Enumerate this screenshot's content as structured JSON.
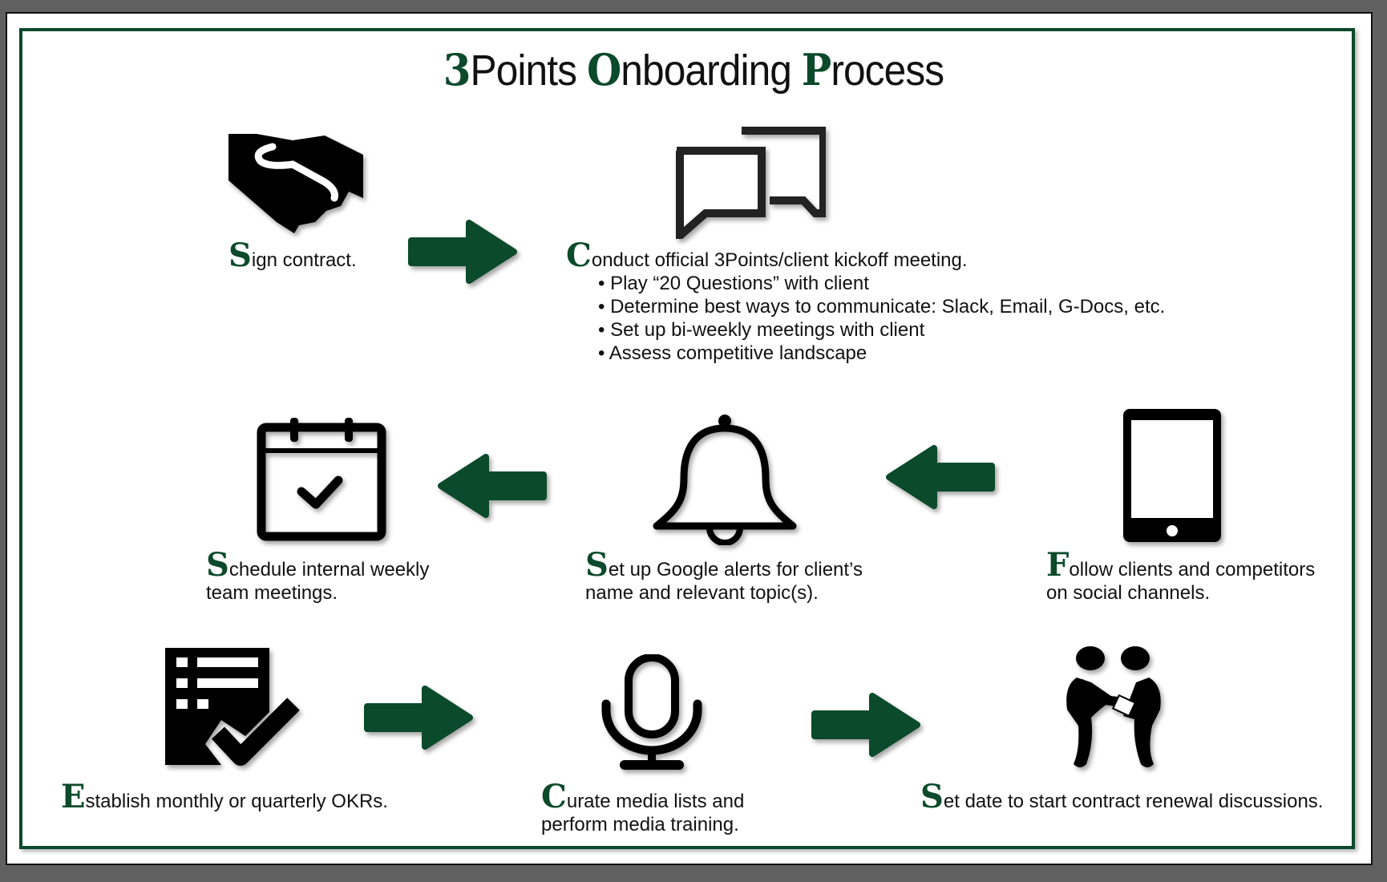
{
  "title": {
    "a1": "3",
    "t1": "Points ",
    "a2": "O",
    "t2": "nboarding ",
    "a3": "P",
    "t3": "rocess"
  },
  "colors": {
    "accent": "#0b4a2b",
    "background": "#606060"
  },
  "steps": {
    "sign": {
      "initial": "S",
      "rest": "ign contract.",
      "icon": "handshake-icon"
    },
    "conduct": {
      "initial": "C",
      "rest": "onduct official 3Points/client kickoff meeting.",
      "icon": "chat-bubbles-icon",
      "bullets": [
        "• Play “20 Questions” with client",
        "• Determine best ways to communicate: Slack, Email, G-Docs, etc.",
        "• Set up bi-weekly meetings with client",
        "• Assess competitive landscape"
      ]
    },
    "follow": {
      "initial": "F",
      "rest": "ollow clients and competitors",
      "line2": "on social channels.",
      "icon": "tablet-icon"
    },
    "alerts": {
      "initial": "S",
      "rest": "et up Google alerts for client’s",
      "line2": "name and relevant topic(s).",
      "icon": "bell-icon"
    },
    "schedule": {
      "initial": "S",
      "rest": "chedule internal weekly",
      "line2": "team meetings.",
      "icon": "calendar-check-icon"
    },
    "okrs": {
      "initial": "E",
      "rest": "stablish monthly or quarterly OKRs.",
      "icon": "checklist-icon"
    },
    "curate": {
      "initial": "C",
      "rest": "urate media lists and",
      "line2": "perform media training.",
      "icon": "microphone-icon"
    },
    "renewal": {
      "initial": "S",
      "rest": "et date to start contract renewal discussions.",
      "icon": "people-exchange-icon"
    }
  }
}
